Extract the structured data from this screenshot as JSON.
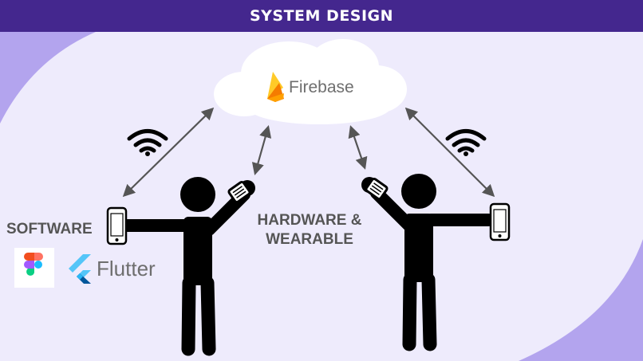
{
  "header": {
    "title": "SYSTEM DESIGN"
  },
  "cloud": {
    "service_label": "Firebase",
    "service_icon": "firebase-flame-icon"
  },
  "software": {
    "label": "SOFTWARE",
    "tools": [
      {
        "name": "Figma",
        "icon": "figma-logo-icon"
      },
      {
        "name": "Flutter",
        "icon": "flutter-logo-icon",
        "label": "Flutter"
      }
    ]
  },
  "hardware": {
    "label_line1": "HARDWARE &",
    "label_line2": "WEARABLE"
  },
  "connections": [
    {
      "from": "left-phone",
      "to": "cloud",
      "type": "wireless",
      "icon": "wifi-icon"
    },
    {
      "from": "left-watch",
      "to": "cloud",
      "type": "bidirectional"
    },
    {
      "from": "right-watch",
      "to": "cloud",
      "type": "bidirectional"
    },
    {
      "from": "right-phone",
      "to": "cloud",
      "type": "wireless",
      "icon": "wifi-icon"
    }
  ],
  "colors": {
    "header_bg": "#44278e",
    "page_bg": "#b3a4ee",
    "panel_bg": "#eeebfc",
    "figure": "#000000",
    "arrow": "#555555",
    "firebase_yellow": "#ffca28",
    "firebase_orange": "#f57c00",
    "flutter_light": "#54c5f8",
    "flutter_dark": "#01579b"
  }
}
